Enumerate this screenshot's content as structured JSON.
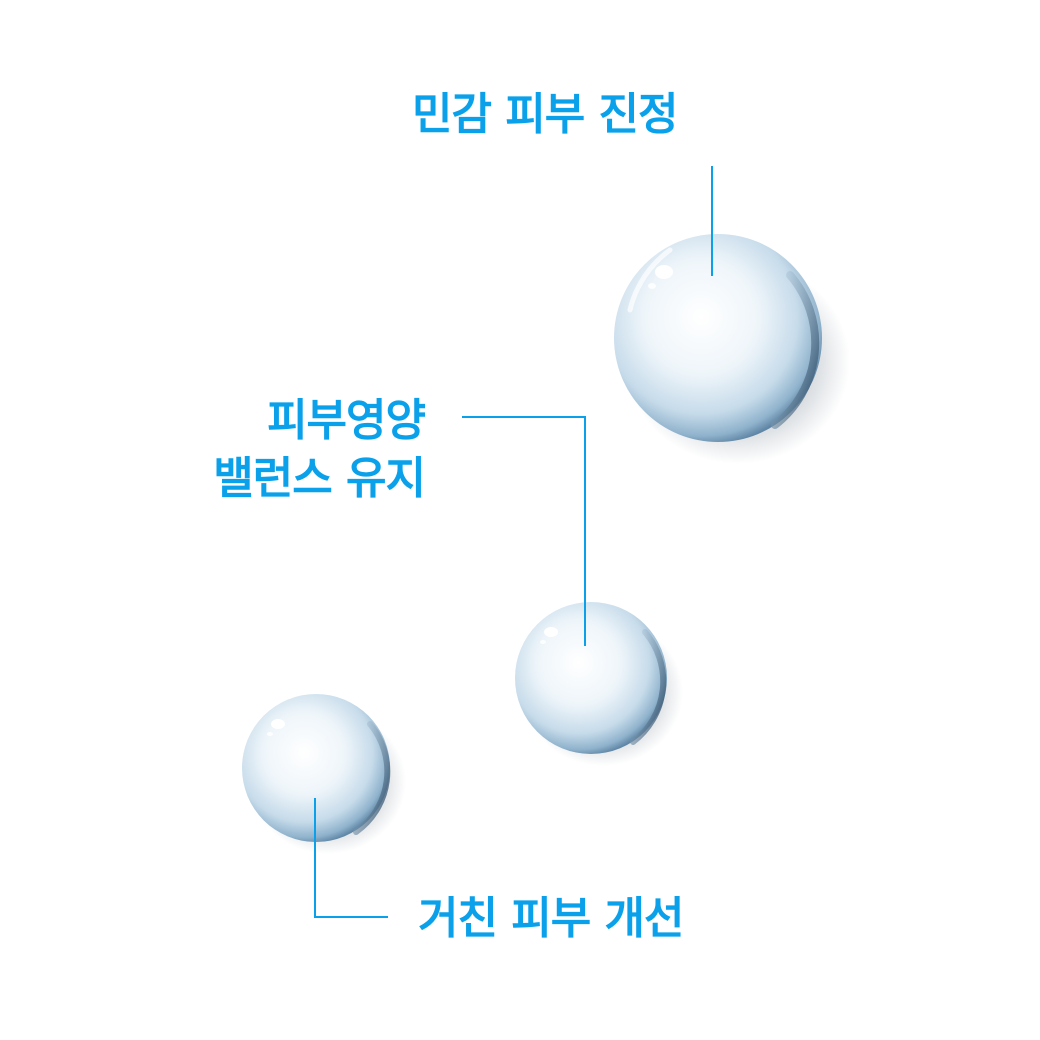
{
  "labels": {
    "soothing": "민감 피부 진정",
    "balance_line1": "피부영양",
    "balance_line2": "밸런스 유지",
    "rough": "거친 피부 개선"
  },
  "colors": {
    "accent": "#0aa1ea",
    "drop_tint": "#9fc2dc",
    "shadow": "#3c5064",
    "background": "#ffffff"
  },
  "icons": [
    "water-drop-icon"
  ]
}
